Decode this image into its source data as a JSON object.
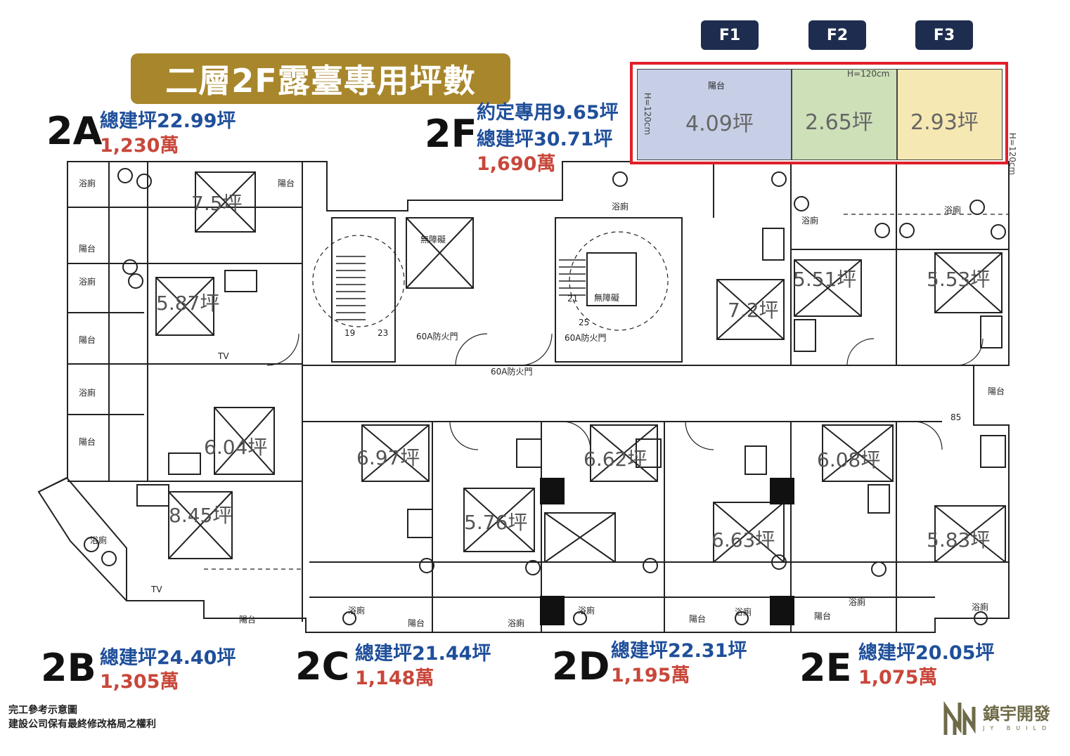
{
  "title": "二層2F露臺專用坪數",
  "tabs": [
    "F1",
    "F2",
    "F3"
  ],
  "units": {
    "2A": {
      "code": "2A",
      "area": "總建坪22.99坪",
      "price": "1,230萬"
    },
    "2F": {
      "code": "2F",
      "agreed": "約定專用9.65坪",
      "area": "總建坪30.71坪",
      "price": "1,690萬"
    },
    "2B": {
      "code": "2B",
      "area": "總建坪24.40坪",
      "price": "1,305萬"
    },
    "2C": {
      "code": "2C",
      "area": "總建坪21.44坪",
      "price": "1,148萬"
    },
    "2D": {
      "code": "2D",
      "area": "總建坪22.31坪",
      "price": "1,195萬"
    },
    "2E": {
      "code": "2E",
      "area": "總建坪20.05坪",
      "price": "1,075萬"
    }
  },
  "terraces": {
    "f1": "4.09坪",
    "f2": "2.65坪",
    "f3": "2.93坪",
    "f1_label": "陽台",
    "height_left": "H=120cm",
    "height_top": "H=120cm",
    "height_right": "H=120cm"
  },
  "rooms": {
    "r7_5": "7.5坪",
    "r5_87": "5.87坪",
    "r6_04": "6.04坪",
    "r8_45": "8.45坪",
    "r6_97": "6.97坪",
    "r5_76": "5.76坪",
    "r6_62": "6.62坪",
    "r6_63": "6.63坪",
    "r6_08": "6.08坪",
    "r5_83": "5.83坪",
    "r7_2": "7.2坪",
    "r5_51": "5.51坪",
    "r5_53": "5.53坪"
  },
  "labels": {
    "bath": "浴廁",
    "balcony": "陽台",
    "elevator": "無障礙",
    "fire_door": "60A防火門",
    "dim_85": "85",
    "stair_a": "19",
    "stair_b": "23",
    "stair_c": "21",
    "stair_d": "25",
    "tv": "TV"
  },
  "colors": {
    "banner": "#a8862b",
    "tab": "#1e2d4f",
    "area_text": "#1f4f9a",
    "price_text": "#c8473a",
    "f1_fill": "#c6cfe6",
    "f2_fill": "#cde0b8",
    "f3_fill": "#f6e8b2",
    "highlight": "#e0202a"
  },
  "disclaimer": [
    "完工參考示意圖",
    "建設公司保有最終修改格局之權利"
  ],
  "logo": {
    "name": "鎮宇開發",
    "sub": "JY BUILD"
  }
}
